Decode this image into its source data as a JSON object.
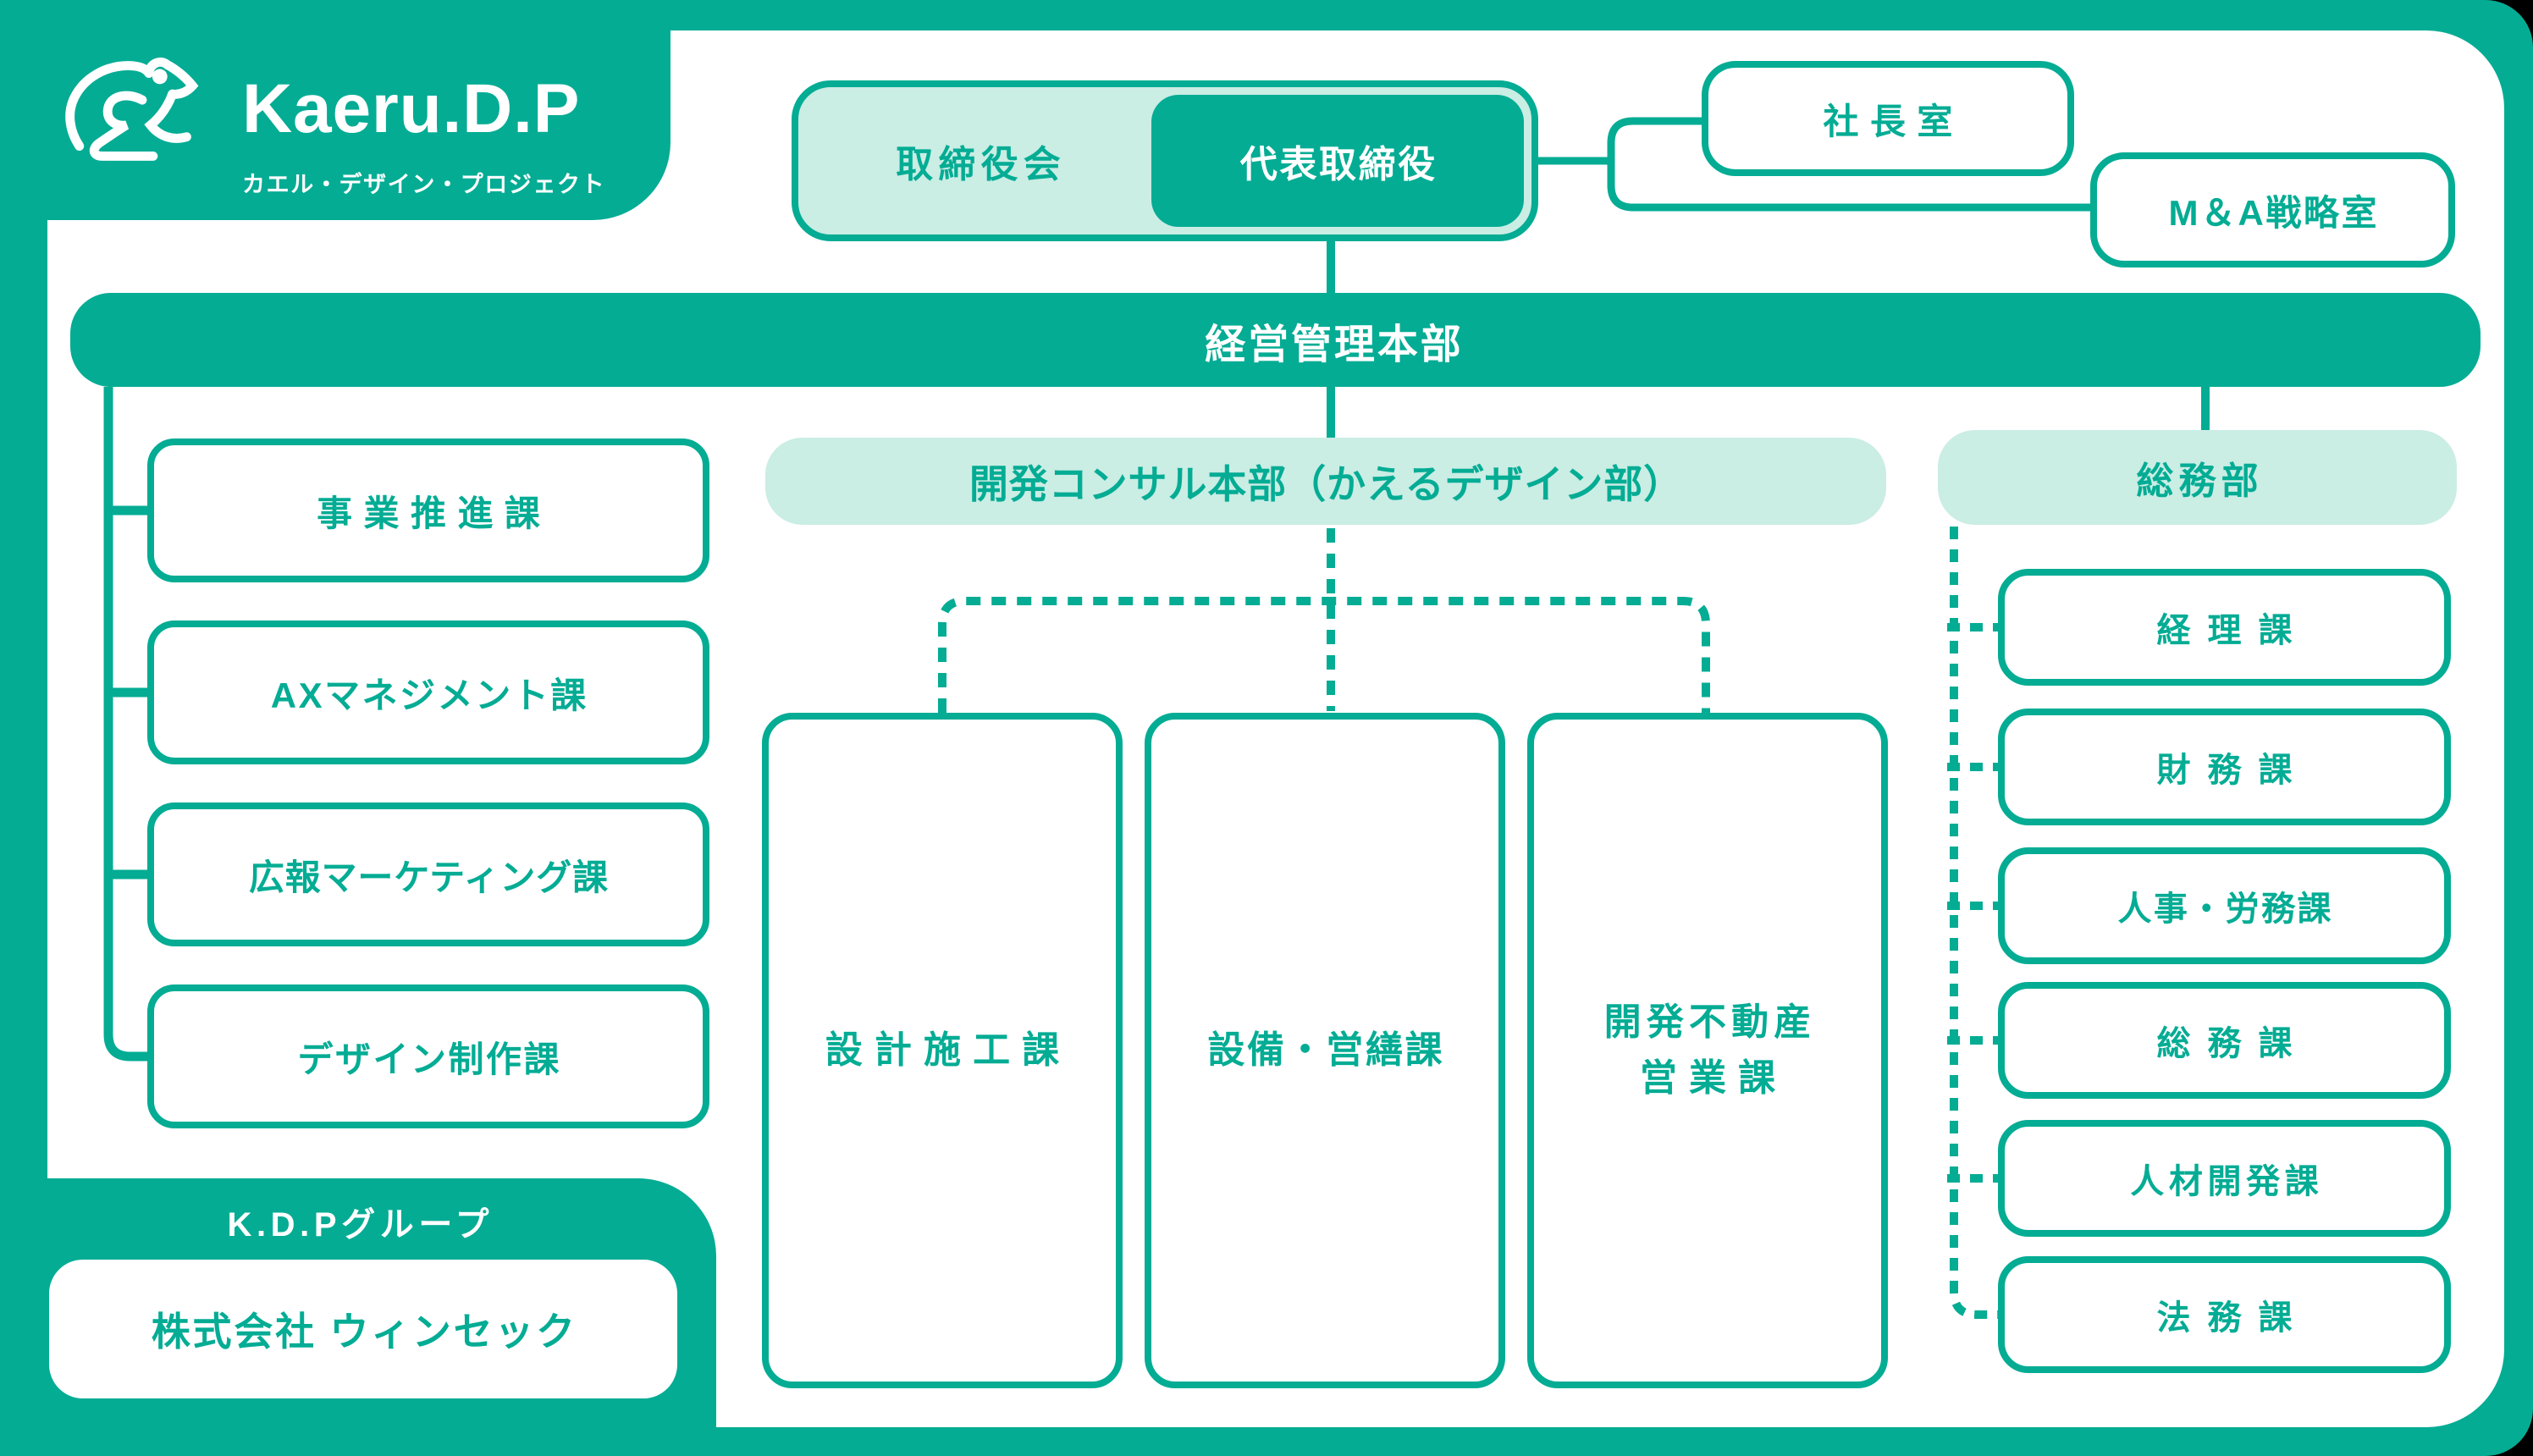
{
  "colors": {
    "teal": "#04AC94",
    "light_green": "#CAEDE4",
    "white": "#FFFFFF",
    "outside": "#000000"
  },
  "logo": {
    "brand": "Kaeru.D.P",
    "subtitle": "カエル・デザイン・プロジェクト",
    "icon": "frog-outline-icon"
  },
  "top": {
    "board": "取締役会",
    "ceo": "代表取締役",
    "president_office": "社長室",
    "ma_office": "M＆A戦略室"
  },
  "management_hq": "経営管理本部",
  "left_division": {
    "items": [
      "事業推進課",
      "AXマネジメント課",
      "広報マーケティング課",
      "デザイン制作課"
    ]
  },
  "dev_consult": {
    "header": "開発コンサル本部（かえるデザイン部）",
    "items": [
      {
        "line1": "設計施工課"
      },
      {
        "line1": "設備・営繕課"
      },
      {
        "line1": "開発不動産",
        "line2": "営業課"
      }
    ]
  },
  "general_affairs": {
    "header": "総務部",
    "items": [
      "経理課",
      "財務課",
      "人事・労務課",
      "総務課",
      "人材開発課",
      "法務課"
    ]
  },
  "group": {
    "label": "K.D.Pグループ",
    "company": "株式会社 ウィンセック"
  }
}
